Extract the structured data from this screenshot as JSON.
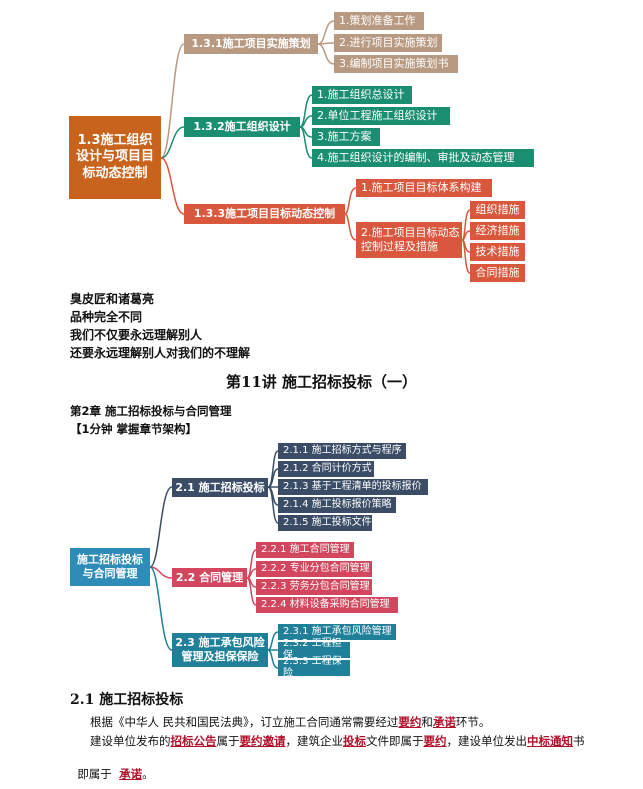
{
  "mindmap1": {
    "root": "1.3施工组织设计与项目目标动态控制",
    "b1": {
      "label": "1.3.1施工项目实施策划",
      "items": [
        "1.策划准备工作",
        "2.进行项目实施策划",
        "3.编制项目实施策划书"
      ]
    },
    "b2": {
      "label": "1.3.2施工组织设计",
      "items": [
        "1.施工组织总设计",
        "2.单位工程施工组织设计",
        "3.施工方案",
        "4.施工组织设计的编制、审批及动态管理"
      ]
    },
    "b3": {
      "label": "1.3.3施工项目目标动态控制",
      "items": [
        "1.施工项目目标体系构建",
        "2.施工项目目标动态控制过程及措施"
      ],
      "measures": [
        "组织措施",
        "经济措施",
        "技术措施",
        "合同措施"
      ]
    },
    "colors": {
      "root": "#c8631e",
      "b1": "#b89a82",
      "b2": "#1b8e72",
      "b3": "#d8573d"
    }
  },
  "notes": [
    "臭皮匠和诸葛亮",
    "品种完全不同",
    "我们不仅要永远理解别人",
    "还要永远理解别人对我们的不理解"
  ],
  "lecture_title": "第11讲  施工招标投标（一）",
  "chapter_title": "第2章  施工招标投标与合同管理",
  "chapter_sub": "【1分钟  掌握章节架构】",
  "mindmap2": {
    "root": "施工招标投标与合同管理",
    "b1": {
      "label": "2.1 施工招标投标",
      "items": [
        "2.1.1  施工招标方式与程序",
        "2.1.2  合同计价方式",
        "2.1.3  基于工程清单的投标报价",
        "2.1.4  施工投标报价策略",
        "2.1.5  施工投标文件"
      ]
    },
    "b2": {
      "label": "2.2 合同管理",
      "items": [
        "2.2.1  施工合同管理",
        "2.2.2  专业分包合同管理",
        "2.2.3  劳务分包合同管理",
        "2.2.4  材料设备采购合同管理"
      ]
    },
    "b3": {
      "label": "2.3 施工承包风险管理及担保保险",
      "items": [
        "2.3.1  施工承包风险管理",
        "2.3.2  工程担保",
        "2.3.3  工程保险"
      ]
    },
    "colors": {
      "root": "#2f8cb8",
      "b1": "#3b4d66",
      "b2": "#d2465e",
      "b3": "#20809a"
    }
  },
  "section": {
    "title": "2.1  施工招标投标",
    "p1": {
      "a": "根据《中华人  民共和国民法典》，订立施工合同通常需要经过",
      "k1": "要约",
      "b": "和",
      "k2": "承诺",
      "c": "环节。"
    },
    "p2": {
      "a": "建设单位发布的",
      "k1": "招标公告",
      "b": "属于",
      "k2": "要约邀请",
      "c": "，建筑企业",
      "k3": "投标",
      "d": "文件即属于",
      "k4": "要约",
      "e": "，建设单位发出",
      "k5": "中标通知",
      "f": "书"
    },
    "p3": {
      "a": "即属于  ",
      "k1": "承诺",
      "b": "。"
    }
  }
}
